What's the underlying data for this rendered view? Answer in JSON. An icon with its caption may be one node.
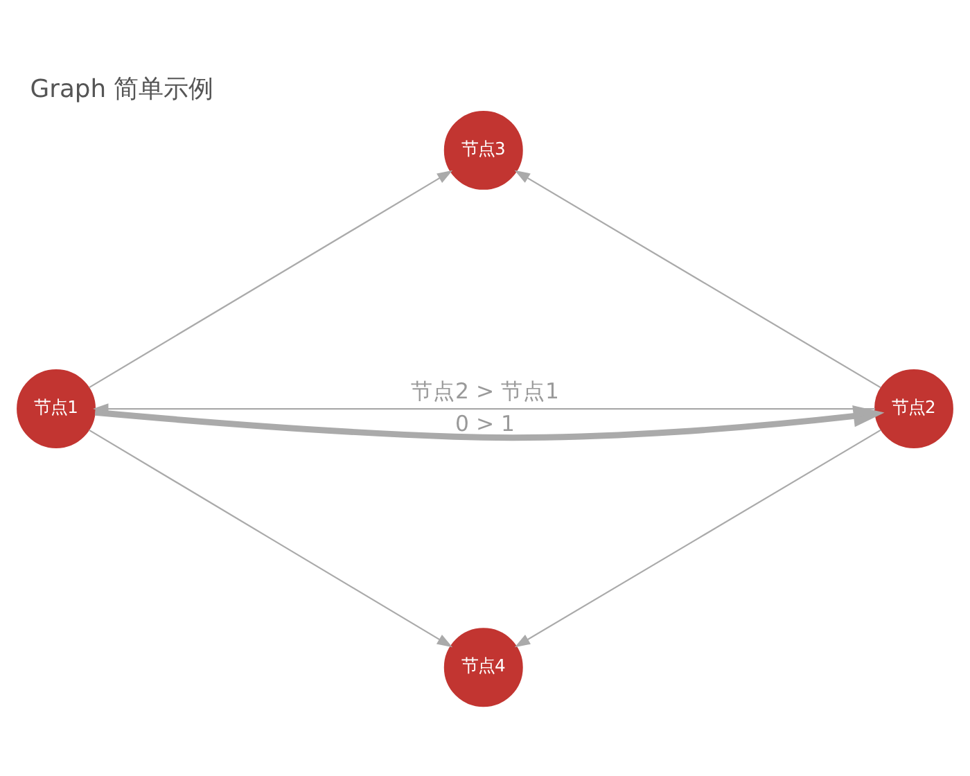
{
  "diagram": {
    "title": "Graph 简单示例",
    "nodes": [
      {
        "text": [
          "节点3"
        ]
      },
      {
        "text": [
          "节点1"
        ]
      },
      {
        "text": [
          "节点2"
        ]
      },
      {
        "text": [
          "节点4"
        ]
      }
    ],
    "edges": [
      {
        "from": 1,
        "to": 0,
        "arrow": "to"
      },
      {
        "from": 1,
        "to": 2,
        "arrow": "to",
        "label": "0 > 1",
        "style": "thick"
      },
      {
        "from": 2,
        "to": 1,
        "arrow": "to",
        "label": "节点2 > 节点1"
      },
      {
        "from": 1,
        "to": 3,
        "arrow": "to"
      },
      {
        "from": 2,
        "to": 0,
        "arrow": "to"
      },
      {
        "from": 2,
        "to": 3,
        "arrow": "to"
      }
    ]
  }
}
